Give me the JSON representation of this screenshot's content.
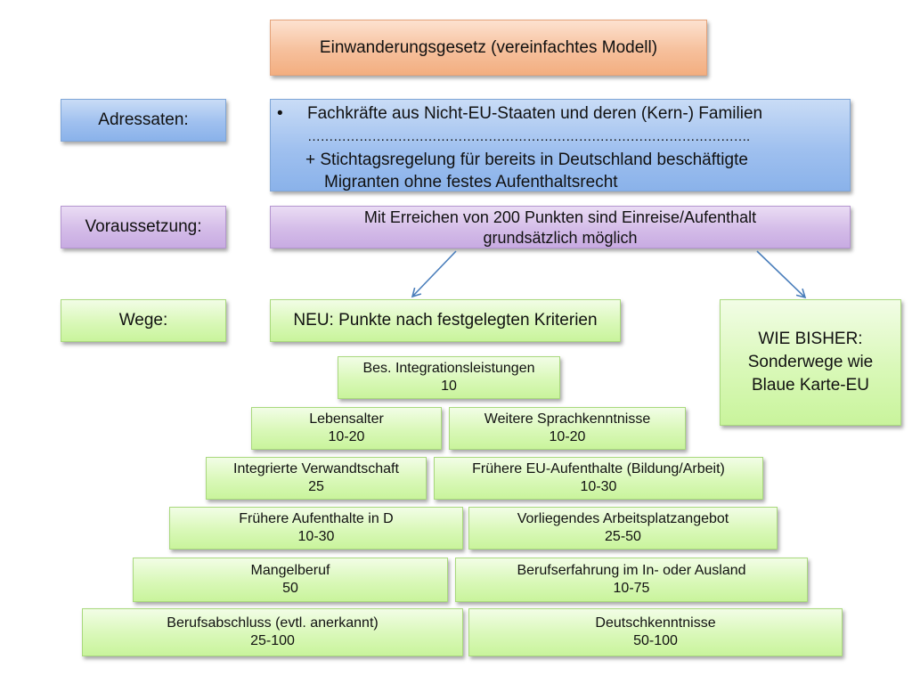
{
  "title": "Einwanderungsgesetz (vereinfachtes Modell)",
  "labels": {
    "adressaten": "Adressaten:",
    "voraussetzung": "Voraussetzung:",
    "wege": "Wege:"
  },
  "adressaten_box": {
    "bullet": "•",
    "line1": "Fachkräfte aus Nicht-EU-Staaten und deren (Kern-) Familien",
    "dots": "………………………………………………………………………………………….",
    "line3": "+  Stichtagsregelung für bereits in Deutschland beschäftigte",
    "line4": "Migranten ohne festes Aufenthaltsrecht"
  },
  "voraussetzung_box": {
    "line1": "Mit Erreichen von 200 Punkten sind Einreise/Aufenthalt",
    "line2": "grundsätzlich möglich"
  },
  "neu_box": "NEU: Punkte nach festgelegten Kriterien",
  "bisher_box": {
    "line1": "WIE BISHER:",
    "line2": "Sonderwege wie",
    "line3": "Blaue Karte-EU"
  },
  "criteria": [
    {
      "name": "Bes. Integrationsleistungen",
      "points": "10"
    },
    {
      "name": "Lebensalter",
      "points": "10-20"
    },
    {
      "name": "Weitere Sprachkenntnisse",
      "points": "10-20"
    },
    {
      "name": "Integrierte Verwandtschaft",
      "points": "25"
    },
    {
      "name": "Frühere EU-Aufenthalte (Bildung/Arbeit)",
      "points": "10-30"
    },
    {
      "name": "Frühere Aufenthalte in D",
      "points": "10-30"
    },
    {
      "name": "Vorliegendes Arbeitsplatzangebot",
      "points": "25-50"
    },
    {
      "name": "Mangelberuf",
      "points": "50"
    },
    {
      "name": "Berufserfahrung im In- oder Ausland",
      "points": "10-75"
    },
    {
      "name": "Berufsabschluss (evtl. anerkannt)",
      "points": "25-100"
    },
    {
      "name": "Deutschkenntnisse",
      "points": "50-100"
    }
  ],
  "colors": {
    "title_fill": "#f6c09c",
    "label_blue": "#9fc0ef",
    "label_purple": "#d4bce8",
    "criteria_green": "#d9f8b8",
    "arrow": "#4a7ebb"
  }
}
